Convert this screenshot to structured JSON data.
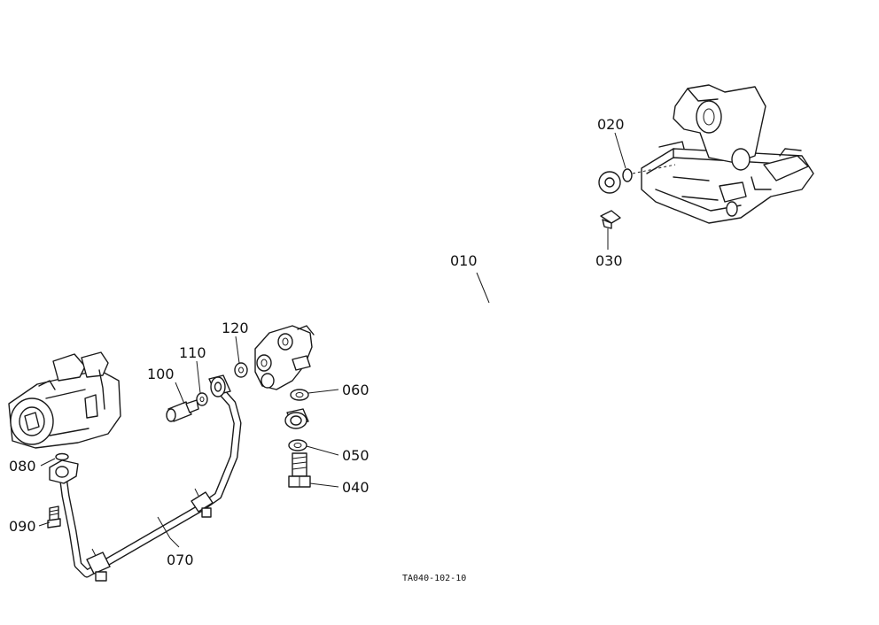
{
  "drawing_code": "TA040-102-10",
  "callouts": [
    {
      "id": "p010",
      "label": "010"
    },
    {
      "id": "p020",
      "label": "020"
    },
    {
      "id": "p030",
      "label": "030"
    },
    {
      "id": "p040",
      "label": "040"
    },
    {
      "id": "p050",
      "label": "050"
    },
    {
      "id": "p060",
      "label": "060"
    },
    {
      "id": "p070",
      "label": "070"
    },
    {
      "id": "p080",
      "label": "080"
    },
    {
      "id": "p090",
      "label": "090"
    },
    {
      "id": "p100",
      "label": "100"
    },
    {
      "id": "p110",
      "label": "110"
    },
    {
      "id": "p120",
      "label": "120"
    }
  ]
}
